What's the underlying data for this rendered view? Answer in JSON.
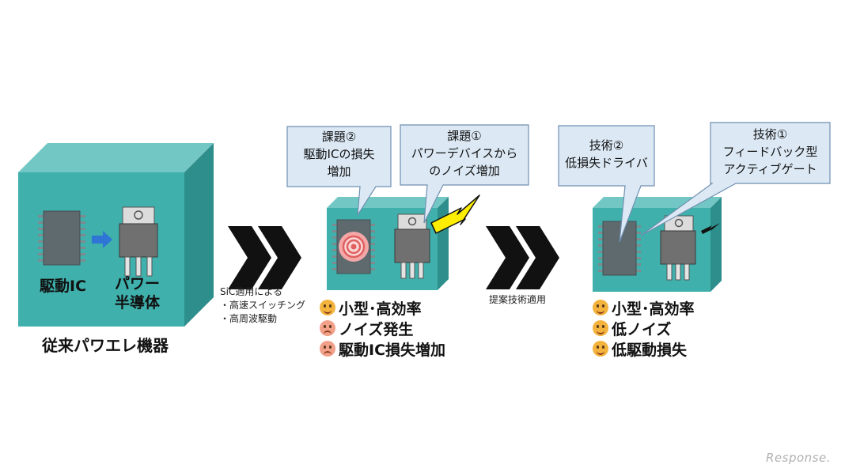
{
  "colors": {
    "box_front": "#3fb0ac",
    "box_top": "#72c7c4",
    "box_side": "#2e8e8b",
    "callout_fill": "#dce9f5",
    "callout_stroke": "#6f8fb0",
    "chevron": "#111111",
    "bolt": "#ffee00",
    "arrow_blue": "#2e75d6"
  },
  "left": {
    "ic_label": "駆動IC",
    "power_label_1": "パワー",
    "power_label_2": "半導体",
    "caption": "従来パワエレ機器"
  },
  "transition1": {
    "line1": "SiC適用による",
    "line2": "・高速スイッチング",
    "line3": "・高周波駆動"
  },
  "middle": {
    "callout_a": {
      "line1": "課題②",
      "line2": "駆動ICの損失",
      "line3": "増加"
    },
    "callout_b": {
      "line1": "課題①",
      "line2": "パワーデバイスから",
      "line3": "のノイズ増加"
    },
    "results": [
      {
        "face": "happy",
        "text": "小型･高効率"
      },
      {
        "face": "sad",
        "text": "ノイズ発生"
      },
      {
        "face": "sad",
        "text": "駆動IC損失増加"
      }
    ]
  },
  "transition2": {
    "label": "提案技術適用"
  },
  "right": {
    "callout_a": {
      "line1": "技術②",
      "line2": "低損失ドライバ"
    },
    "callout_b": {
      "line1": "技術①",
      "line2": "フィードバック型",
      "line3": "アクティブゲート"
    },
    "results": [
      {
        "face": "happy",
        "text": "小型･高効率"
      },
      {
        "face": "happy",
        "text": "低ノイズ"
      },
      {
        "face": "happy",
        "text": "低駆動損失"
      }
    ]
  },
  "watermark": "Response."
}
